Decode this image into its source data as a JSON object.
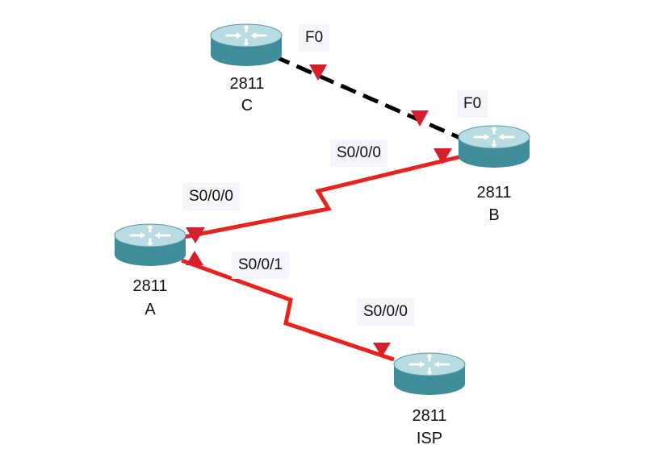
{
  "devices": {
    "c": {
      "model": "2811",
      "name": "C",
      "icon": "router-icon"
    },
    "b": {
      "model": "2811",
      "name": "B",
      "icon": "router-icon"
    },
    "a": {
      "model": "2811",
      "name": "A",
      "icon": "router-icon"
    },
    "isp": {
      "model": "2811",
      "name": "ISP",
      "icon": "router-icon"
    }
  },
  "ports": {
    "c_f0": "F0",
    "b_f0": "F0",
    "b_s000": "S0/0/0",
    "a_s000": "S0/0/0",
    "a_s001": "S0/0/1",
    "isp_s000": "S0/0/0"
  },
  "links": [
    {
      "from": "C",
      "to": "B",
      "type": "ethernet",
      "style": "dashed"
    },
    {
      "from": "A",
      "to": "B",
      "type": "serial",
      "style": "zigzag"
    },
    {
      "from": "A",
      "to": "ISP",
      "type": "serial",
      "style": "zigzag"
    }
  ],
  "colors": {
    "serial": "#e8221d",
    "ethernet": "#000000",
    "port_marker": "#d4202c",
    "router_top": "#b9dbe2",
    "router_body": "#3f8d9b",
    "label_bg": "#f5f6fb"
  }
}
